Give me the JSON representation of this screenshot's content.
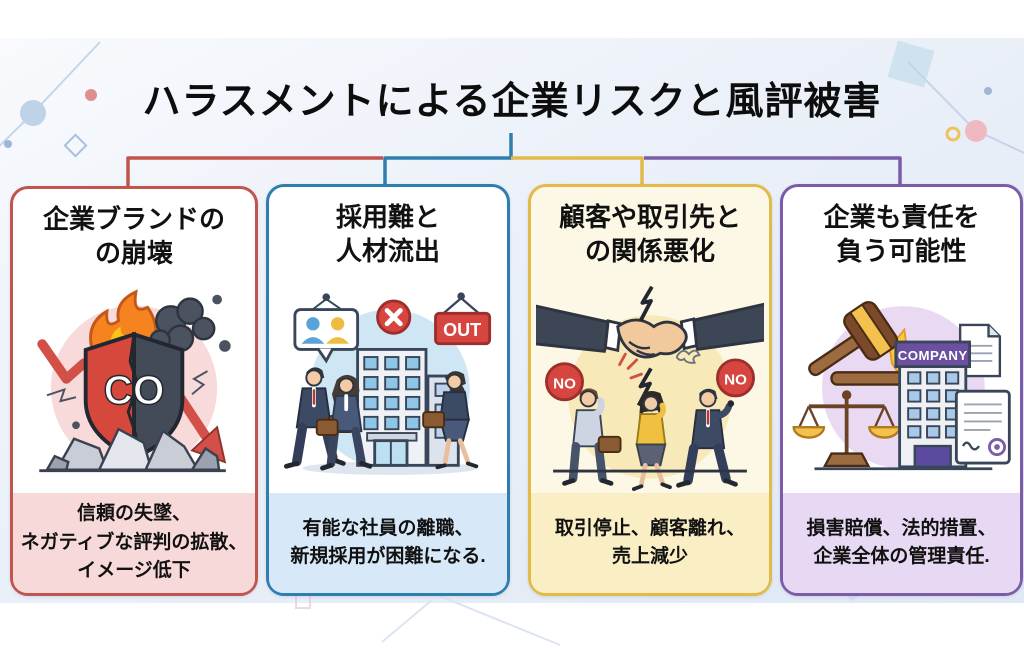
{
  "header": {
    "title": "ハラスメントによる企業リスクと風評被害"
  },
  "cards": [
    {
      "id": "brand-collapse",
      "accent_color": "#c2544e",
      "body_bg": "#f8d9d9",
      "title": "企業ブランドの\nの崩壊",
      "body": "信頼の失墜、\nネガティブな評判の拡散、\nイメージ低下",
      "illustration": {
        "name": "burning-cracked-shield-with-declining-arrow",
        "shield_label": "CO"
      }
    },
    {
      "id": "hiring-difficulty-talent-outflow",
      "accent_color": "#2f7fae",
      "body_bg": "#d7e9f8",
      "title": "採用難と\n人材流出",
      "body": "有能な社員の離職、\n新規採用が困難になる.",
      "illustration": {
        "name": "employees-leaving-office-building",
        "sign_label": "OUT"
      }
    },
    {
      "id": "customer-relations-deterioration",
      "accent_color": "#e2ba4a",
      "body_bg": "#faefc4",
      "title": "顧客や取引先と\nの関係悪化",
      "body": "取引停止、顧客離れ、\n売上減少",
      "illustration": {
        "name": "broken-handshake-with-no-badges",
        "badge_left": "NO",
        "badge_right": "NO"
      }
    },
    {
      "id": "corporate-liability",
      "accent_color": "#7b5ca8",
      "body_bg": "#e7d9f3",
      "title": "企業も責任を\n負う可能性",
      "body": "損害賠償、法的措置、\n企業全体の管理責任.",
      "illustration": {
        "name": "gavel-scales-company-legal-documents",
        "building_label": "COMPANY"
      }
    }
  ],
  "palette": {
    "connector_segments": [
      "#c2544e",
      "#2f7fae",
      "#e2ba4a",
      "#7b5ca8"
    ],
    "background_band": "#e9eff8",
    "title_color": "#0d0d0d"
  }
}
